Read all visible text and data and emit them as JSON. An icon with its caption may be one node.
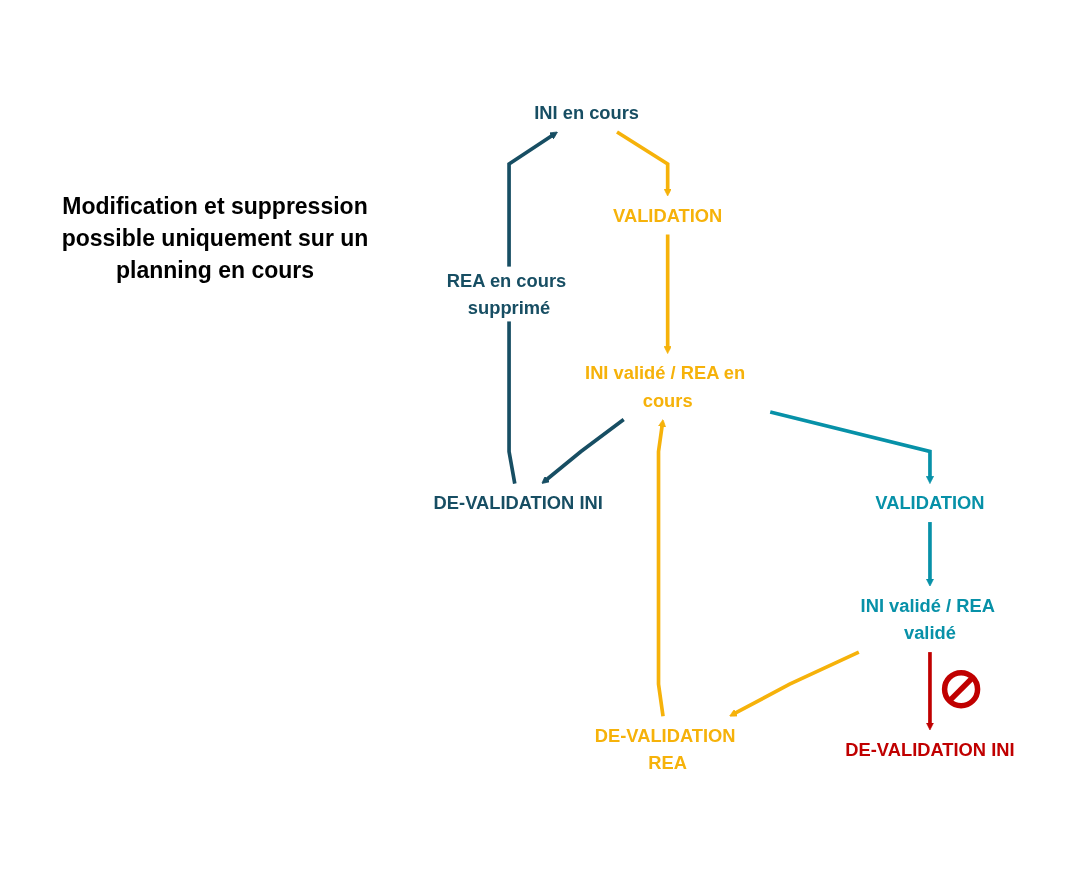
{
  "diagram": {
    "nodes": [
      {
        "text": [
          "INI en cours"
        ]
      },
      {
        "text": [
          "VALIDATION"
        ]
      },
      {
        "text": [
          "DE-VALIDATION INI"
        ]
      },
      {
        "text": [
          "INI validé / REA en cours"
        ]
      },
      {
        "text": [
          "VALIDATION"
        ]
      },
      {
        "text": [
          "DE-VALIDATION REA"
        ]
      },
      {
        "text": [
          "INI validé / REA validé"
        ]
      },
      {
        "text": [
          "DE-VALIDATION INI"
        ]
      }
    ],
    "edges": [
      {
        "from": 0,
        "to": 1,
        "arrow": "to"
      },
      {
        "from": 1,
        "to": 3,
        "arrow": "to"
      },
      {
        "from": 3,
        "to": 2,
        "arrow": "to",
        "color": "#174e63"
      },
      {
        "from": 2,
        "to": 0,
        "arrow": "to",
        "label": "REA en cours supprimé",
        "color": "#174e63"
      },
      {
        "from": 3,
        "to": 4,
        "arrow": "to",
        "color": "#0791a8"
      },
      {
        "from": 4,
        "to": 6,
        "arrow": "to",
        "color": "#0791a8"
      },
      {
        "from": 6,
        "to": 5,
        "arrow": "to"
      },
      {
        "from": 5,
        "to": 3,
        "arrow": "to"
      },
      {
        "from": 6,
        "to": 7,
        "arrow": "to",
        "color": "#c00000"
      }
    ],
    "labels": [
      "Modification et suppression possible uniquement sur un planning en cours"
    ]
  }
}
